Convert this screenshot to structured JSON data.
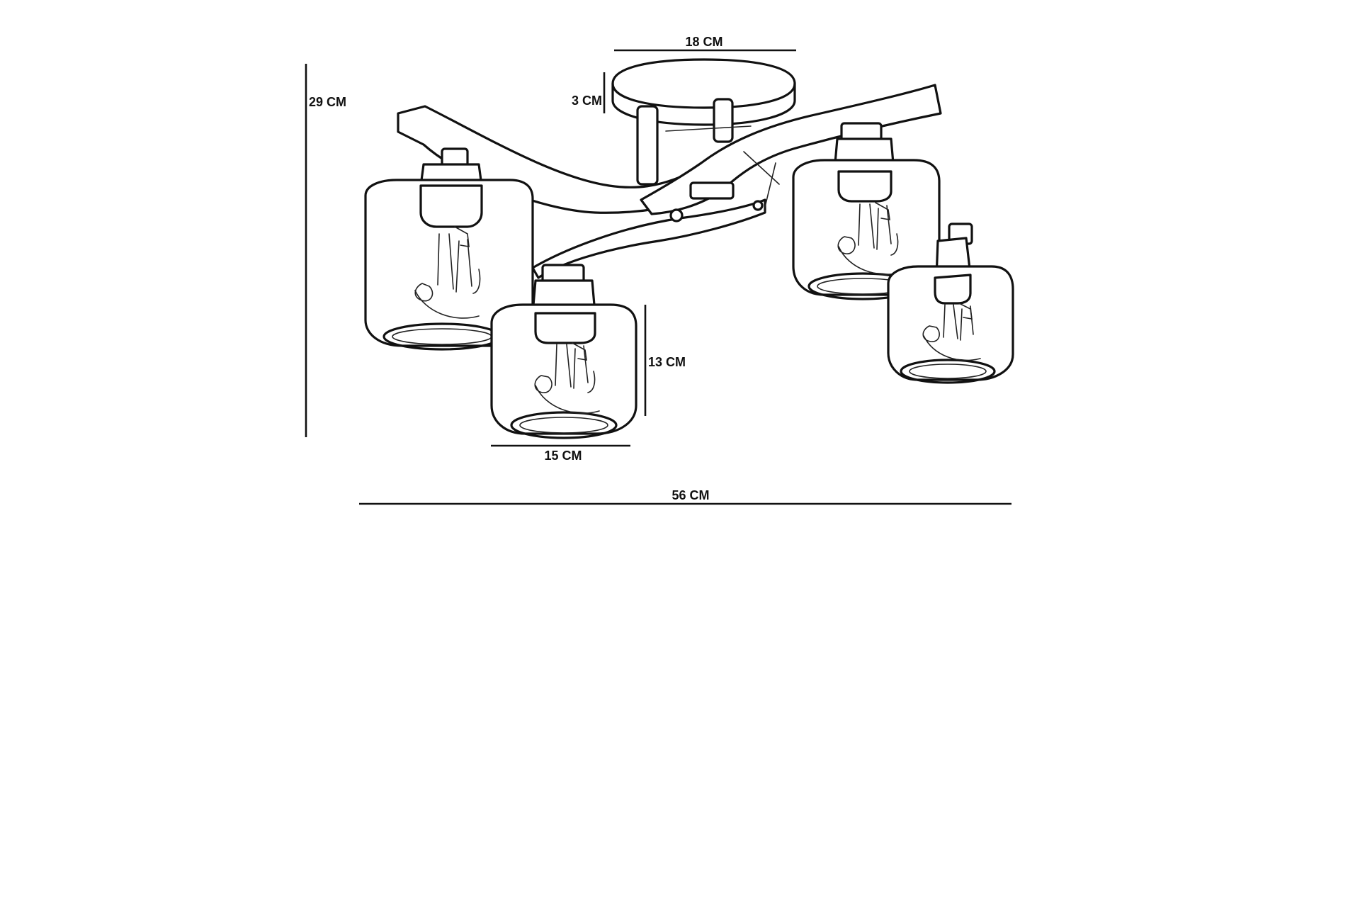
{
  "dimensions": {
    "canopy_width": "18 CM",
    "canopy_height": "3 CM",
    "total_height": "29 CM",
    "shade_height": "13 CM",
    "shade_width": "15 CM",
    "total_width": "56 CM"
  }
}
